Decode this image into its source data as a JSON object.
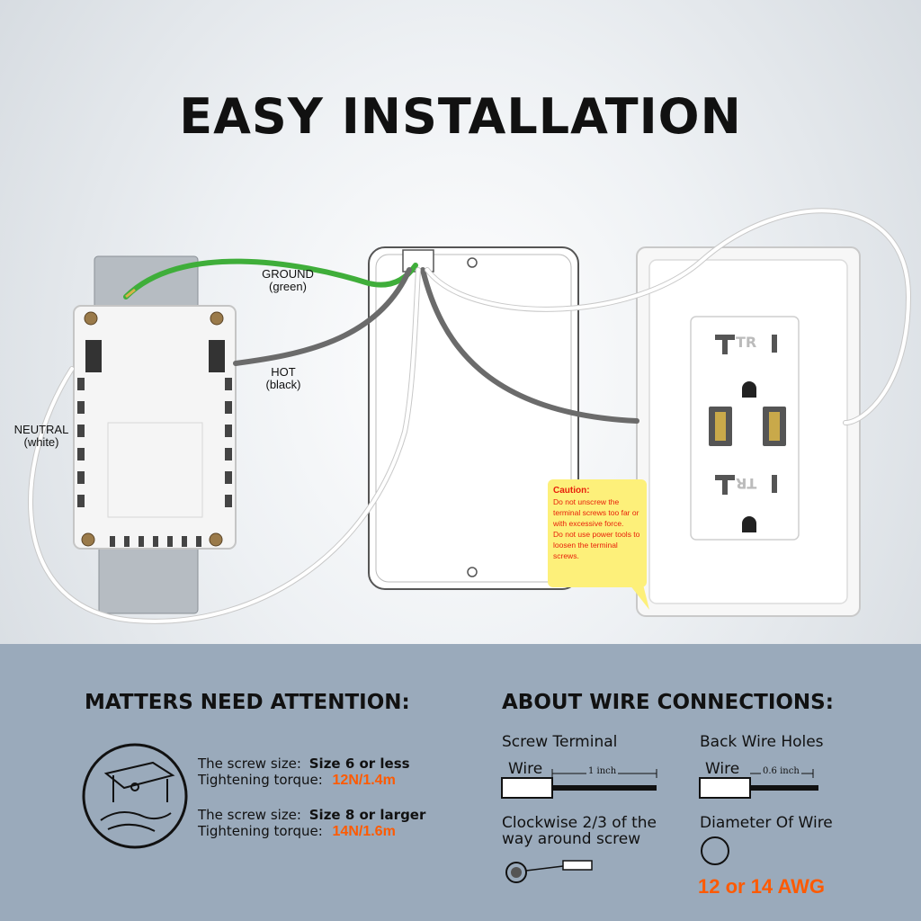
{
  "title": "EASY INSTALLATION",
  "labels": {
    "ground": "GROUND",
    "ground_sub": "(green)",
    "hot": "HOT",
    "hot_sub": "(black)",
    "neutral": "NEUTRAL",
    "neutral_sub": "(white)"
  },
  "outlet_marks": {
    "tr": "TR"
  },
  "caution": {
    "heading": "Caution:",
    "line1": "Do not unscrew the terminal screws too far or with excessive force.",
    "line2": "Do not use power tools to loosen the terminal screws."
  },
  "attention": {
    "heading": "MATTERS NEED ATTENTION:",
    "screw_size_label": "The screw size:",
    "torque_label": "Tightening torque:",
    "size1": "Size 6 or less",
    "torque1": "12N/1.4m",
    "size2": "Size 8 or larger",
    "torque2": "14N/1.6m"
  },
  "wire": {
    "heading": "ABOUT WIRE CONNECTIONS:",
    "screw_terminal": "Screw Terminal",
    "back_wire": "Back Wire Holes",
    "wire_word": "Wire",
    "len1": "1 inch",
    "len2": "0.6 inch",
    "clockwise1": "Clockwise  2/3 of the",
    "clockwise2": "way around screw",
    "diameter": "Diameter Of Wire",
    "awg": "12 or 14 AWG"
  },
  "colors": {
    "ground_wire": "#3fae3a",
    "hot_wire": "#6b6b6b",
    "neutral_wire": "#ffffff",
    "accent": "#ff5a00",
    "caution_bg": "#fdf07a",
    "caution_text": "#e8200a",
    "bottom_panel": "#9aaabb"
  }
}
